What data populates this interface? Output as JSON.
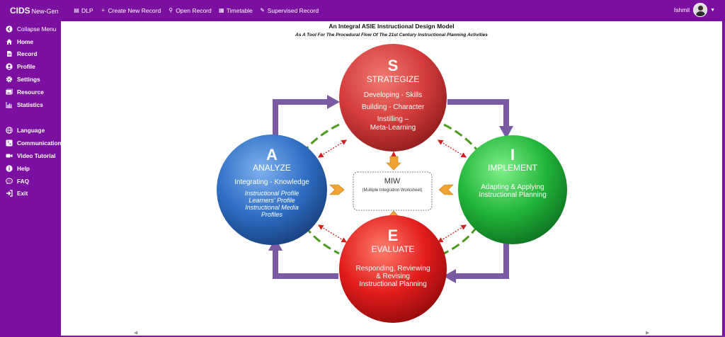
{
  "topbar": {
    "brand": "CIDS",
    "brand_sub": "New-Gen",
    "links": [
      {
        "icon": "document-icon",
        "label": "DLP"
      },
      {
        "icon": "plus-icon",
        "label": "Create New Record"
      },
      {
        "icon": "search-icon",
        "label": "Open Record"
      },
      {
        "icon": "calendar-icon",
        "label": "Timetable"
      },
      {
        "icon": "edit-icon",
        "label": "Supervised Record"
      }
    ],
    "user_name": "Ishmil"
  },
  "sidebar": {
    "collapse_label": "Collapse Menu",
    "items": [
      {
        "icon": "home-icon",
        "label": "Home"
      },
      {
        "icon": "file-icon",
        "label": "Record"
      },
      {
        "icon": "user-icon",
        "label": "Profile"
      },
      {
        "icon": "gear-icon",
        "label": "Settings"
      },
      {
        "icon": "images-icon",
        "label": "Resource"
      },
      {
        "icon": "bar-chart-icon",
        "label": "Statistics"
      }
    ],
    "items2": [
      {
        "icon": "globe-icon",
        "label": "Language"
      },
      {
        "icon": "phone-icon",
        "label": "Communication"
      },
      {
        "icon": "video-icon",
        "label": "Video Tutorial"
      },
      {
        "icon": "info-icon",
        "label": "Help"
      },
      {
        "icon": "chat-icon",
        "label": "FAQ"
      },
      {
        "icon": "exit-icon",
        "label": "Exit"
      }
    ]
  },
  "main": {
    "title": "An Integral ASIE Instructional Design Model",
    "subtitle": "As A Tool For The Procedural Flow Of The 21st Century Instructional Planning Activities"
  },
  "diagram": {
    "colors": {
      "strategize": "#d43b3b",
      "analyze": "#2f6fc4",
      "implement": "#22b43a",
      "evaluate": "#e11c1c",
      "arrow": "#7a5aa3",
      "dash": "#4c9a1e",
      "chevron": "#f0a332"
    },
    "strategize": {
      "letter": "S",
      "title": "STRATEGIZE",
      "line1": "Developing - Skills",
      "line2": "Building - Character",
      "line3": "Instilling –",
      "line4": "Meta-Learning"
    },
    "analyze": {
      "letter": "A",
      "title": "ANALYZE",
      "line1": "Integrating - Knowledge",
      "line2": "Instructional Profile",
      "line3": "Learners' Profile",
      "line4": "Instructional Media",
      "line5": "Profiles"
    },
    "implement": {
      "letter": "I",
      "title": "IMPLEMENT",
      "line1": "Adapting & Applying",
      "line2": "Instructional Planning"
    },
    "evaluate": {
      "letter": "E",
      "title": "EVALUATE",
      "line1": "Responding, Reviewing",
      "line2": "& Revising",
      "line3": "Instructional Planning"
    },
    "miw": {
      "title": "MIW",
      "subtitle": "(Multiple Integration Worksheet)"
    }
  }
}
